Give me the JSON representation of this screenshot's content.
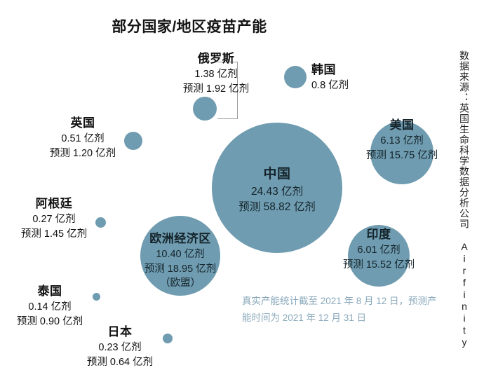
{
  "chart_data": {
    "type": "bubble",
    "title": "部分国家/地区疫苗产能",
    "unit": "亿剂",
    "actual_label_prefix": "",
    "forecast_label_prefix": "预测",
    "series": [
      {
        "name": "中国",
        "actual": 24.43,
        "forecast": 58.82,
        "actual_text": "24.43 亿剂",
        "forecast_text": "预测 58.82 亿剂",
        "note": ""
      },
      {
        "name": "欧洲经济区",
        "actual": 10.4,
        "forecast": 18.95,
        "actual_text": "10.40 亿剂",
        "forecast_text": "预测 18.95 亿剂",
        "note": "（欧盟）"
      },
      {
        "name": "美国",
        "actual": 6.13,
        "forecast": 15.75,
        "actual_text": "6.13 亿剂",
        "forecast_text": "预测 15.75 亿剂",
        "note": ""
      },
      {
        "name": "印度",
        "actual": 6.01,
        "forecast": 15.52,
        "actual_text": "6.01 亿剂",
        "forecast_text": "预测 15.52 亿剂",
        "note": ""
      },
      {
        "name": "俄罗斯",
        "actual": 1.38,
        "forecast": 1.92,
        "actual_text": "1.38 亿剂",
        "forecast_text": "预测 1.92 亿剂",
        "note": ""
      },
      {
        "name": "韩国",
        "actual": 0.8,
        "forecast": null,
        "actual_text": "0.8 亿剂",
        "forecast_text": "",
        "note": ""
      },
      {
        "name": "英国",
        "actual": 0.51,
        "forecast": 1.2,
        "actual_text": "0.51 亿剂",
        "forecast_text": "预测 1.20 亿剂",
        "note": ""
      },
      {
        "name": "阿根廷",
        "actual": 0.27,
        "forecast": 1.45,
        "actual_text": "0.27 亿剂",
        "forecast_text": "预测 1.45 亿剂",
        "note": ""
      },
      {
        "name": "日本",
        "actual": 0.23,
        "forecast": 0.64,
        "actual_text": "0.23 亿剂",
        "forecast_text": "预测 0.64 亿剂",
        "note": ""
      },
      {
        "name": "泰国",
        "actual": 0.14,
        "forecast": 0.9,
        "actual_text": "0.14 亿剂",
        "forecast_text": "预测 0.90 亿剂",
        "note": ""
      }
    ],
    "bubble_color": "#6f9cb0",
    "footnote": "真实产能统计截至 2021 年 8 月 12 日，预测产能时间为 2021 年 12 月 31 日",
    "source": "数据来源：英国生命科学数据分析公司 Airfinity"
  },
  "bubbles": {
    "china": {
      "name": "中国",
      "line1": "24.43 亿剂",
      "line2": "预测 58.82 亿剂",
      "line3": ""
    },
    "eea": {
      "name": "欧洲经济区",
      "line1": "10.40 亿剂",
      "line2": "预测 18.95 亿剂",
      "line3": "（欧盟）"
    },
    "usa": {
      "name": "美国",
      "line1": "6.13 亿剂",
      "line2": "预测 15.75 亿剂",
      "line3": ""
    },
    "india": {
      "name": "印度",
      "line1": "6.01 亿剂",
      "line2": "预测 15.52 亿剂",
      "line3": ""
    },
    "russia": {
      "name": "俄罗斯",
      "line1": "1.38 亿剂",
      "line2": "预测 1.92 亿剂",
      "line3": ""
    },
    "korea": {
      "name": "韩国",
      "line1": "0.8 亿剂",
      "line2": "",
      "line3": ""
    },
    "uk": {
      "name": "英国",
      "line1": "0.51 亿剂",
      "line2": "预测 1.20 亿剂",
      "line3": ""
    },
    "argentina": {
      "name": "阿根廷",
      "line1": "0.27 亿剂",
      "line2": "预测 1.45 亿剂",
      "line3": ""
    },
    "japan": {
      "name": "日本",
      "line1": "0.23 亿剂",
      "line2": "预测 0.64 亿剂",
      "line3": ""
    },
    "thailand": {
      "name": "泰国",
      "line1": "0.14 亿剂",
      "line2": "预测 0.90 亿剂",
      "line3": ""
    }
  },
  "header": {
    "title": "部分国家/地区疫苗产能"
  },
  "footnote": {
    "line1": "真实产能统计截至 2021 年 8 月 12 日，预测产",
    "line2": "能时间为 2021 年 12 月 31 日"
  },
  "source": {
    "text": "数据来源：英国生命科学数据分析公司 Airfinity"
  }
}
